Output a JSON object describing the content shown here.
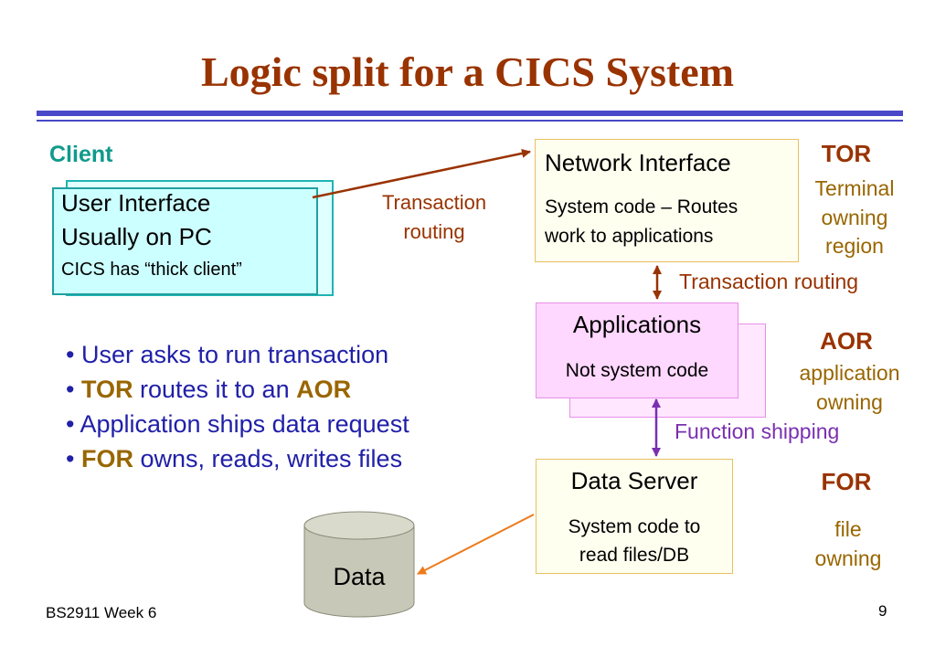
{
  "title": "Logic split for a CICS System",
  "client_label": "Client",
  "user_interface": {
    "line1": "User Interface",
    "line2": "Usually on PC",
    "line3": "CICS has “thick client”"
  },
  "network_interface": {
    "title": "Network Interface",
    "desc_line1": "System code – Routes",
    "desc_line2": "work to applications"
  },
  "applications": {
    "title": "Applications",
    "desc": "Not system code"
  },
  "data_server": {
    "title": "Data Server",
    "desc_line1": "System code to",
    "desc_line2": "read files/DB"
  },
  "data_store": {
    "label": "Data"
  },
  "connectors": {
    "client_to_network": [
      "Transaction",
      "routing"
    ],
    "network_to_apps": "Transaction routing",
    "apps_to_data_server": "Function shipping"
  },
  "regions": {
    "tor": {
      "abbr": "TOR",
      "desc": [
        "Terminal",
        "owning",
        "region"
      ]
    },
    "aor": {
      "abbr": "AOR",
      "desc": [
        "application",
        "owning"
      ]
    },
    "for": {
      "abbr": "FOR",
      "desc": [
        "file",
        "owning"
      ]
    }
  },
  "bullets": {
    "b1": {
      "text": "User asks to run transaction"
    },
    "b2": {
      "kw1": "TOR",
      "mid": " routes it to an ",
      "kw2": "AOR"
    },
    "b3": {
      "text": "Application ships data request"
    },
    "b4": {
      "kw": "FOR",
      "rest": " owns, reads, writes files"
    },
    "marker": "•"
  },
  "footer": {
    "course": "BS2911 Week 6",
    "page": "9"
  },
  "colors": {
    "title": "#993300",
    "rule": "#4848c8",
    "client": "#0f9a8c",
    "bullet_text": "#2020a8",
    "keyword": "#996600",
    "routing_arrow": "#993300",
    "function_arrow": "#7a2fb0",
    "data_arrow": "#ee7a1a"
  }
}
